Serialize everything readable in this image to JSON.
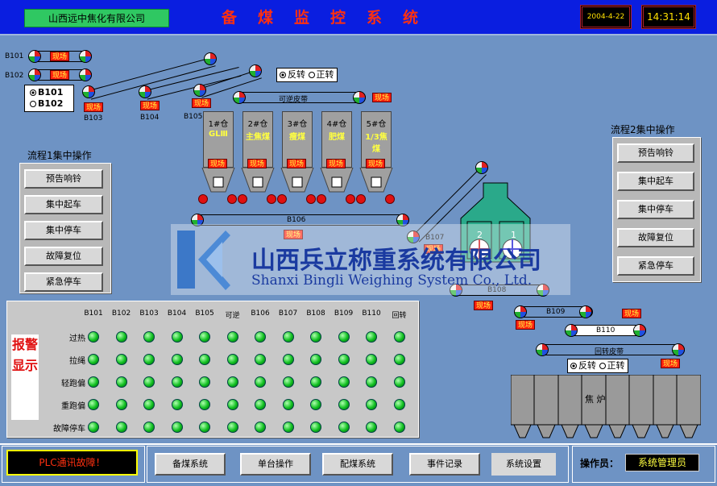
{
  "header": {
    "company": "山西远中焦化有限公司",
    "title": "备煤监控系统",
    "date": "2004-4-22",
    "time": "14:31:14"
  },
  "site_label": "现场",
  "belts": {
    "b101": "B101",
    "b102": "B102",
    "b103": "B103",
    "b104": "B104",
    "b105": "B105",
    "b106": "B106",
    "b107": "B107",
    "b108": "B108",
    "b109": "B109",
    "b110": "B110",
    "reversible": "可逆皮带",
    "rotary": "回转皮带"
  },
  "selector": {
    "b101": "B101",
    "b102": "B102"
  },
  "direction": {
    "reverse": "反转",
    "forward": "正转"
  },
  "silos": [
    {
      "name": "1#仓",
      "type": "GLⅢ"
    },
    {
      "name": "2#仓",
      "type": "主焦煤"
    },
    {
      "name": "3#仓",
      "type": "瘦煤"
    },
    {
      "name": "4#仓",
      "type": "肥煤"
    },
    {
      "name": "5#仓",
      "type": "1/3焦煤"
    }
  ],
  "crusher_labels": [
    "2",
    "1"
  ],
  "oven_label": "焦  炉",
  "flow1": {
    "title": "流程1集中操作",
    "buttons": [
      "预告响铃",
      "集中起车",
      "集中停车",
      "故障复位",
      "紧急停车"
    ]
  },
  "flow2": {
    "title": "流程2集中操作",
    "buttons": [
      "预告响铃",
      "集中起车",
      "集中停车",
      "故障复位",
      "紧急停车"
    ]
  },
  "alarm": {
    "title": "报警显示",
    "columns": [
      "B101",
      "B102",
      "B103",
      "B104",
      "B105",
      "可逆",
      "B106",
      "B107",
      "B108",
      "B109",
      "B110",
      "回转"
    ],
    "rows": [
      "过热",
      "拉绳",
      "轻跑偏",
      "重跑偏",
      "故障停车"
    ]
  },
  "watermark": {
    "cn": "山西兵立称重系统有限公司",
    "en": "Shanxi Bingli Weighing System Co., Ltd."
  },
  "footer": {
    "plc_status": "PLC通讯故障！",
    "nav": [
      "备煤系统",
      "单台操作",
      "配煤系统",
      "事件记录",
      "系统设置"
    ],
    "operator_label": "操作员：",
    "operator_name": "系统管理员"
  },
  "colors": {
    "topbar": "#0a1ee0",
    "background": "#6e93c4",
    "alarm_led": "#10c020",
    "site_badge": "#ff2010"
  }
}
